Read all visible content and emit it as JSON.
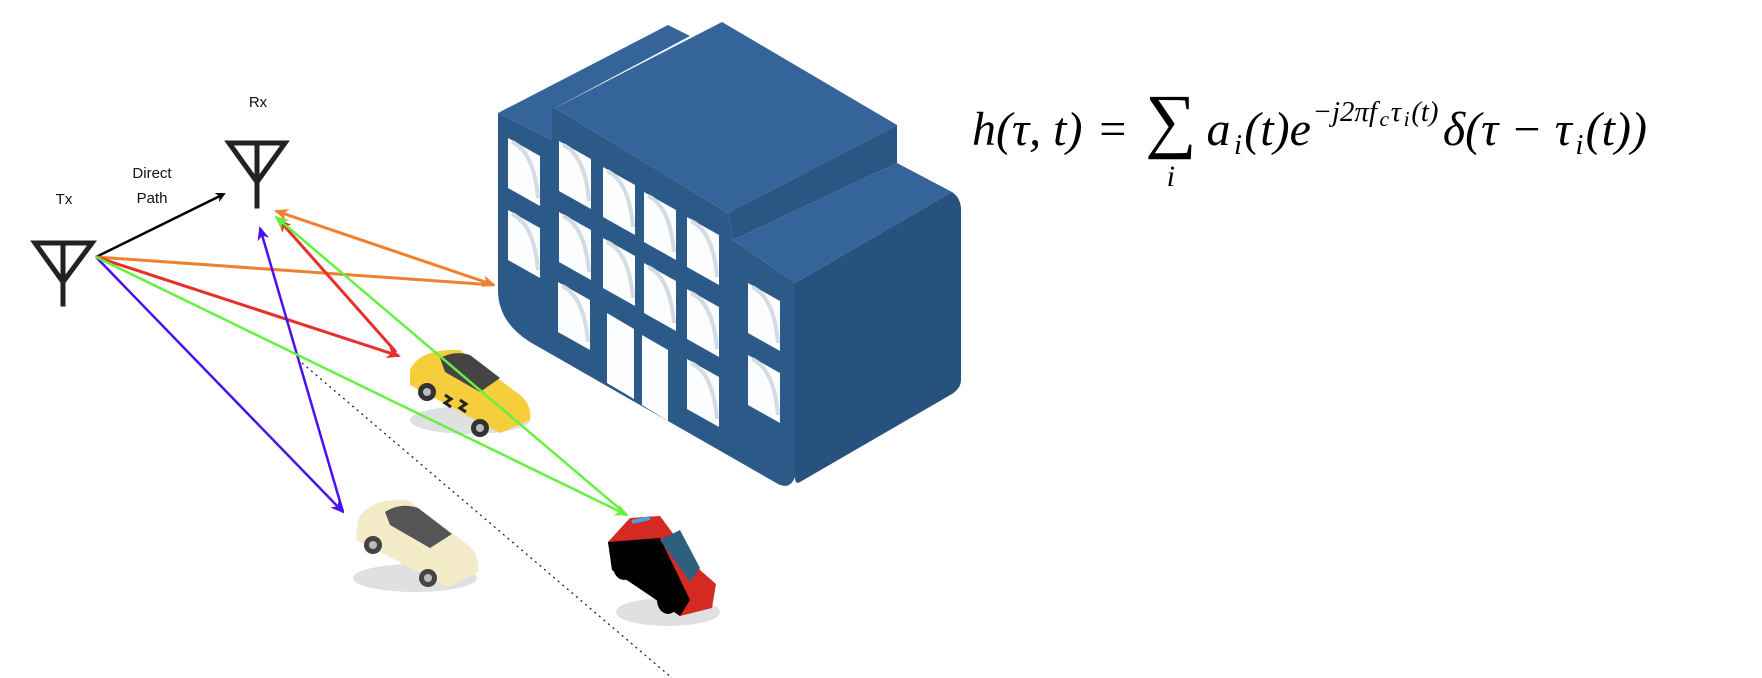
{
  "labels": {
    "tx": "Tx",
    "rx": "Rx",
    "direct_path_line1": "Direct",
    "direct_path_line2": "Path"
  },
  "formula": {
    "lhs": "h(τ, t)",
    "equals": "=",
    "sum_symbol": "∑",
    "sum_index": "i",
    "amp_base": "a",
    "amp_sub": "i",
    "amp_arg": "(t)",
    "exp_base": "e",
    "exp_pre": "−j2πf",
    "exp_fsub": "c",
    "exp_tau": "τ",
    "exp_tausub": "i",
    "exp_arg": "(t)",
    "delta_open": "δ(τ − τ",
    "delta_sub": "i",
    "delta_close": "(t))"
  },
  "paths": [
    {
      "name": "direct-path",
      "color": "#000000"
    },
    {
      "name": "building-reflection",
      "color": "#f08030"
    },
    {
      "name": "taxi-reflection",
      "color": "#e8302a"
    },
    {
      "name": "white-car-reflection",
      "color": "#4a10f0"
    },
    {
      "name": "red-car-reflection",
      "color": "#66f040"
    }
  ],
  "colors": {
    "building_roof": "#35649a",
    "building_front": "#2c5a88",
    "building_side": "#27527e",
    "window": "#fcfdfe",
    "taxi": "#f6cd3a",
    "white_car": "#f4ecc8",
    "red_car": "#d42a22"
  }
}
